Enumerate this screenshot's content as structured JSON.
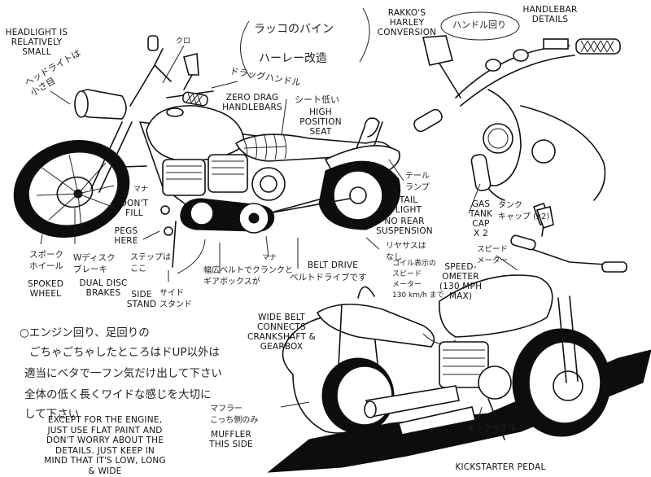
{
  "title": {
    "japanese_lines": [
      "ラッコのバイン",
      "ハーレー改造"
    ],
    "english": "RAKKO'S HARLEY CONVERSION"
  },
  "handlebar_details": {
    "japanese": "ハンドル回り",
    "english": "HANDLEBAR DETAILS"
  },
  "annotations": [
    {
      "id": "headlight",
      "japanese": "ヘッドライトは\n小さ目",
      "english": "HEADLIGHT IS\nRELATIVELY\nSMALL"
    },
    {
      "id": "black",
      "japanese": "クロ",
      "english": ""
    },
    {
      "id": "drag-handle",
      "japanese": "ドラッグハンドル",
      "english": "ZERO DRAG\nHANDLEBARS"
    },
    {
      "id": "seat",
      "japanese": "シート低い",
      "english": "HIGH\nPOSITION\nSEAT"
    },
    {
      "id": "tail-light",
      "japanese": "テール\nランプ",
      "english": "TAIL\nLIGHT"
    },
    {
      "id": "no-rear-suspension",
      "japanese": "リヤサスは\nなし",
      "english": "NO REAR\nSUSPENSION"
    },
    {
      "id": "dont-fill",
      "japanese": "マナ",
      "english": "DON'T\nFILL"
    },
    {
      "id": "pegs",
      "japanese": "ステップは\nここ",
      "english": "PEGS\nHERE"
    },
    {
      "id": "spoked-wheel",
      "japanese": "スポーク\nホイール",
      "english": "SPOKED\nWHEEL"
    },
    {
      "id": "dual-disc",
      "japanese": "Wディスク\nブレーキ",
      "english": "DUAL DISC\nBRAKES"
    },
    {
      "id": "side-stand",
      "japanese": "サイド\nスタンド",
      "english": "SIDE\nSTAND"
    },
    {
      "id": "wide-belt",
      "japanese": "幅広ベルトでクランクと\nギアボックスが",
      "english": "WIDE BELT\nCONNECTS\nCRANKSHAFT &\nGEARBOX"
    },
    {
      "id": "black-2",
      "japanese": "マナ",
      "english": ""
    },
    {
      "id": "belt-drive",
      "japanese": "ベルトドライブです",
      "english": "BELT DRIVE"
    },
    {
      "id": "gas-tank-cap",
      "japanese": "タンク\nキャップ (x2)",
      "english": "GAS\nTANK\nCAP\nX 2"
    },
    {
      "id": "speedometer-jp",
      "japanese": "スピード\nメーター",
      "english": ""
    },
    {
      "id": "speedometer",
      "japanese": "コイル表示の\nスピード\nメーター\n130 km/h まで",
      "english": "SPEED-\nOMETER\n(130 MPH\nMAX)"
    },
    {
      "id": "muffler",
      "japanese": "マフラー\nこっち側のみ",
      "english": "MUFFLER\nTHIS SIDE"
    },
    {
      "id": "kickstarter",
      "japanese": "キックペダル",
      "english": "KICKSTARTER PEDAL"
    }
  ],
  "general_note": {
    "japanese_lines": [
      "○エンジン回り、足回りの",
      "ごちゃごちゃしたところはドUP以外は",
      "適当にベタで一フン気だけ出して下さい",
      "全体の低く長くワイドな感じを大切に",
      "して下さい"
    ],
    "english": "EXCEPT FOR THE ENGINE,\nJUST USE FLAT PAINT AND\nDON'T WORRY ABOUT THE\nDETAILS. JUST KEEP IN\nMIND THAT IT'S LOW, LONG\n& WIDE"
  }
}
